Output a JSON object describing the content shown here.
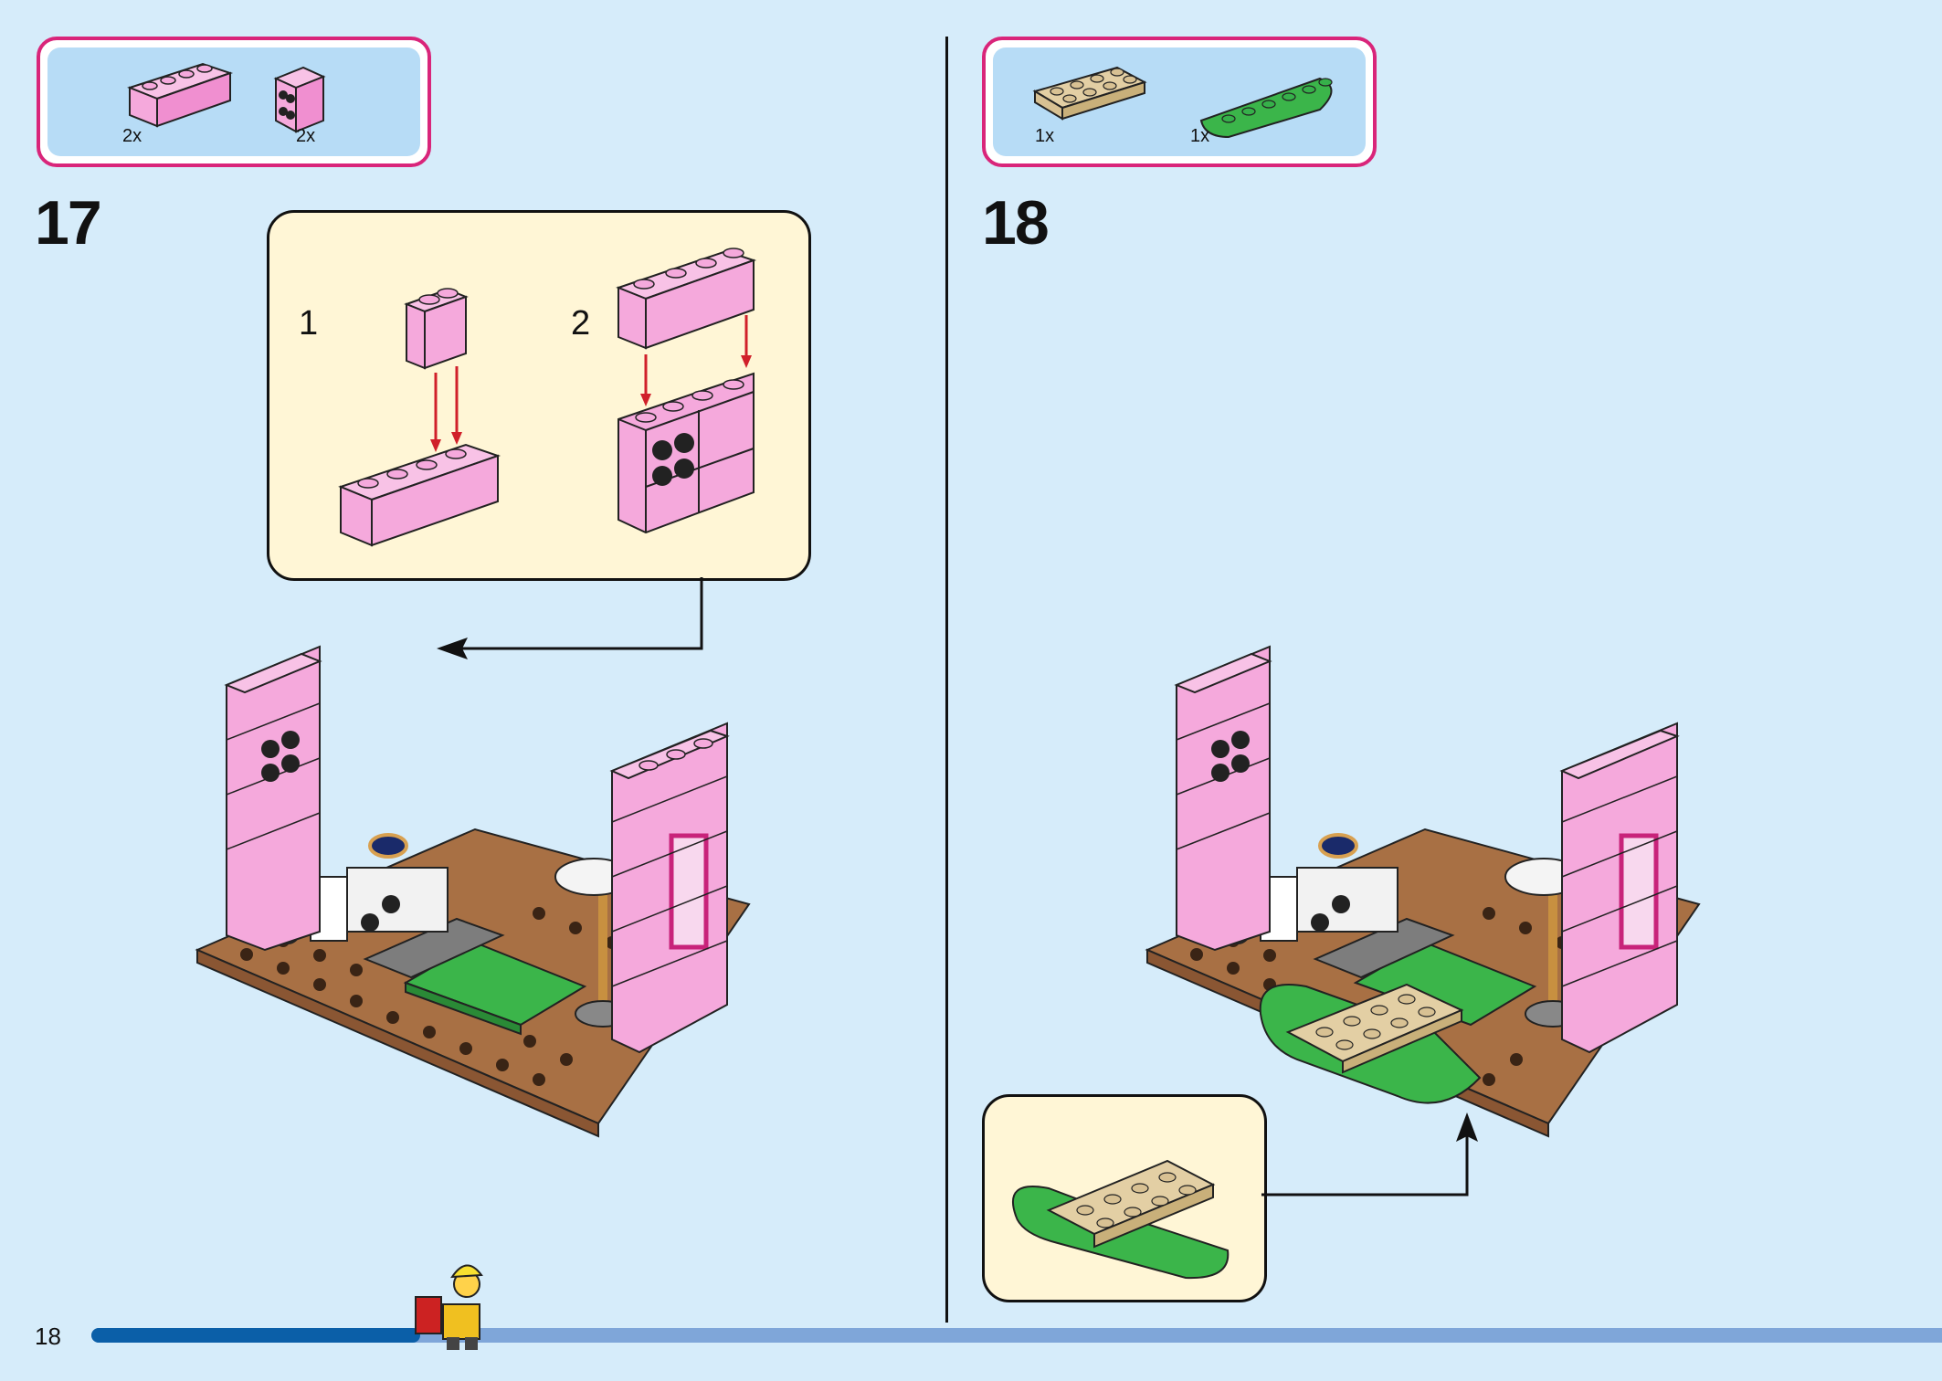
{
  "page": {
    "number": "18"
  },
  "progress": {
    "fraction": 0.18
  },
  "step17": {
    "number": "17",
    "parts": [
      {
        "name": "pink-brick-1x4",
        "qty": "2x",
        "color": "#f5a9dc"
      },
      {
        "name": "pink-brick-2x2-with-studs",
        "qty": "2x",
        "color": "#f5a9dc"
      }
    ],
    "substeps": [
      "1",
      "2"
    ]
  },
  "step18": {
    "number": "18",
    "parts": [
      {
        "name": "tan-plate-2x4",
        "qty": "1x",
        "color": "#d8c193"
      },
      {
        "name": "green-half-round-plate",
        "qty": "1x",
        "color": "#36b04a"
      }
    ]
  },
  "colors": {
    "background": "#d6ecfa",
    "pink_brick": "#f5a9dc",
    "brown_base": "#a87044",
    "green_tile": "#3bb54a",
    "tan_plate": "#d8c193",
    "accent_border": "#d9257a",
    "callout_bg": "#fff6d6",
    "arrow_red": "#d0202a"
  }
}
